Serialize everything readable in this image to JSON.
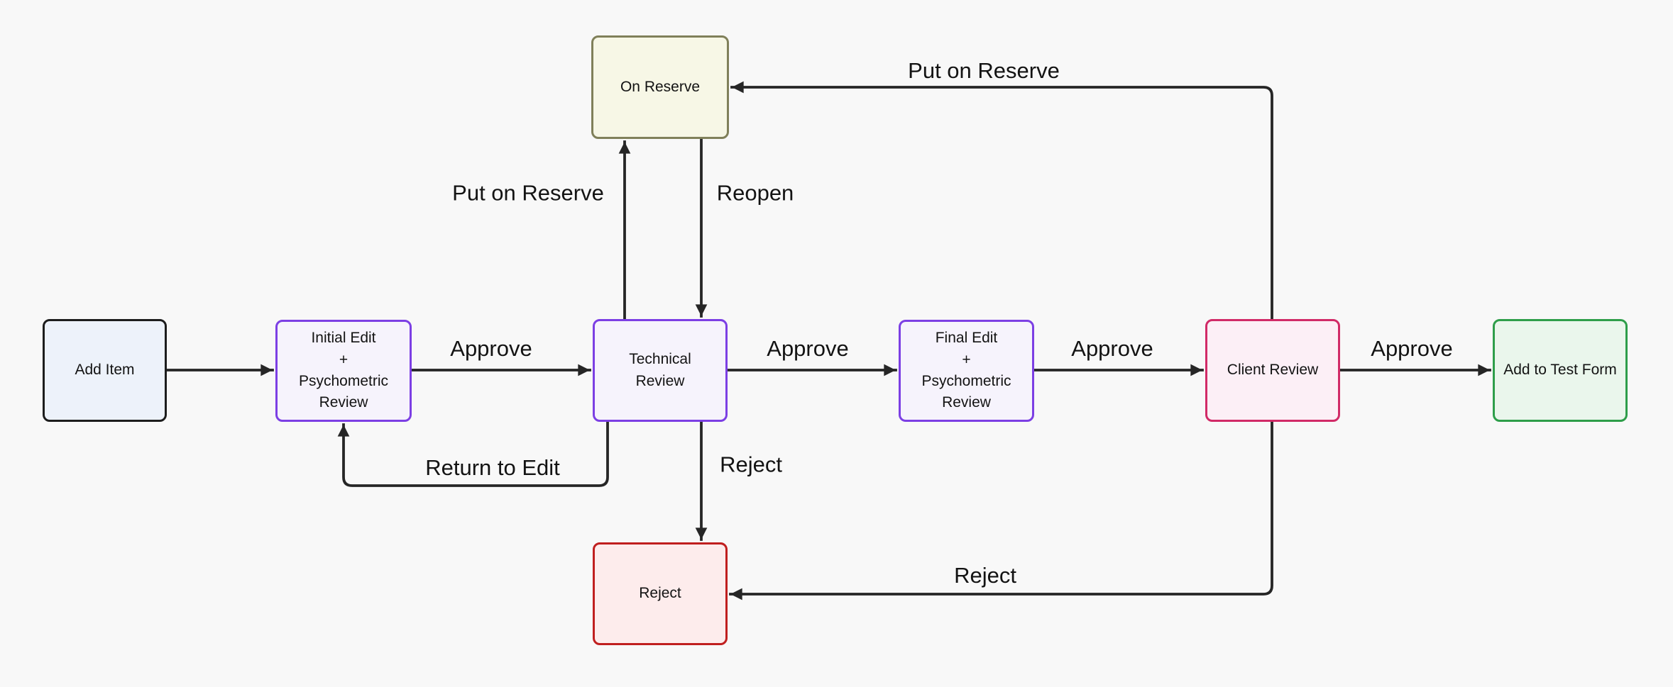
{
  "diagram": {
    "background": "#f8f8f8",
    "edge_color": "#262626",
    "label_color": "#131313",
    "nodes": [
      {
        "id": "add-item",
        "lines": [
          "Add Item"
        ],
        "fill": "#edf2fa",
        "border": "#1d1d1d",
        "text": "#131313"
      },
      {
        "id": "initial-edit",
        "lines": [
          "Initial Edit",
          "+",
          "Psychometric",
          "Review"
        ],
        "fill": "#f6f3fc",
        "border": "#7c3fe4",
        "text": "#131313"
      },
      {
        "id": "technical-review",
        "lines": [
          "Technical",
          "Review"
        ],
        "fill": "#f6f3fc",
        "border": "#7c3fe4",
        "text": "#131313"
      },
      {
        "id": "final-edit",
        "lines": [
          "Final Edit",
          "+",
          "Psychometric",
          "Review"
        ],
        "fill": "#f6f3fc",
        "border": "#7c3fe4",
        "text": "#131313"
      },
      {
        "id": "client-review",
        "lines": [
          "Client Review"
        ],
        "fill": "#fceff6",
        "border": "#d12a67",
        "text": "#131313"
      },
      {
        "id": "add-to-test-form",
        "lines": [
          "Add to Test Form"
        ],
        "fill": "#eaf6ec",
        "border": "#2e9e4a",
        "text": "#131313"
      },
      {
        "id": "on-reserve",
        "lines": [
          "On Reserve"
        ],
        "fill": "#f7f7e6",
        "border": "#80805a",
        "text": "#131313"
      },
      {
        "id": "reject",
        "lines": [
          "Reject"
        ],
        "fill": "#fdecec",
        "border": "#c01f1f",
        "text": "#131313"
      }
    ],
    "edges": [
      {
        "id": "add-to-initial",
        "from": "add-item",
        "to": "initial-edit",
        "label": ""
      },
      {
        "id": "initial-to-technical",
        "from": "initial-edit",
        "to": "technical-review",
        "label": "Approve"
      },
      {
        "id": "technical-to-final",
        "from": "technical-review",
        "to": "final-edit",
        "label": "Approve"
      },
      {
        "id": "final-to-client",
        "from": "final-edit",
        "to": "client-review",
        "label": "Approve"
      },
      {
        "id": "client-to-testform",
        "from": "client-review",
        "to": "add-to-test-form",
        "label": "Approve"
      },
      {
        "id": "technical-to-reserve",
        "from": "technical-review",
        "to": "on-reserve",
        "label": "Put on Reserve"
      },
      {
        "id": "reserve-to-technical",
        "from": "on-reserve",
        "to": "technical-review",
        "label": "Reopen"
      },
      {
        "id": "client-to-reserve",
        "from": "client-review",
        "to": "on-reserve",
        "label": "Put on Reserve"
      },
      {
        "id": "technical-to-initial",
        "from": "technical-review",
        "to": "initial-edit",
        "label": "Return to Edit"
      },
      {
        "id": "technical-to-reject",
        "from": "technical-review",
        "to": "reject",
        "label": "Reject"
      },
      {
        "id": "client-to-reject",
        "from": "client-review",
        "to": "reject",
        "label": "Reject"
      }
    ]
  }
}
